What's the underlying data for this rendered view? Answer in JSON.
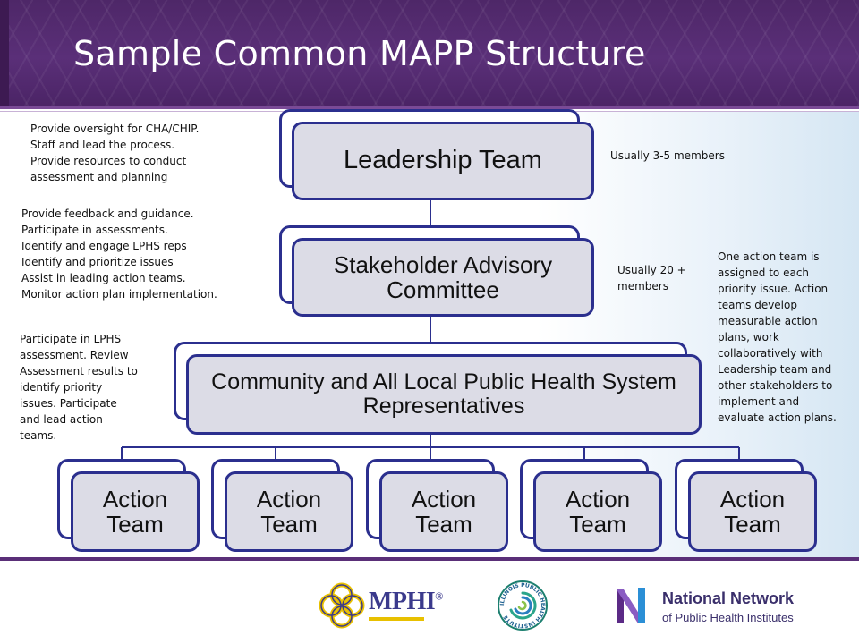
{
  "title": "Sample Common MAPP Structure",
  "boxes": {
    "leadership": "Leadership Team",
    "stakeholder": "Stakeholder Advisory Committee",
    "community": "Community and All Local Public Health System Representatives",
    "action_team": "Action Team"
  },
  "action_teams": [
    "Action Team",
    "Action Team",
    "Action Team",
    "Action Team",
    "Action Team"
  ],
  "notes_left": {
    "leadership": [
      "Provide oversight for CHA/CHIP.",
      "Staff and lead the process.",
      "Provide resources to conduct",
      "assessment and planning"
    ],
    "stakeholder": [
      "Provide feedback and guidance.",
      "Participate in assessments.",
      "Identify and engage LPHS reps",
      "Identify and prioritize issues",
      "Assist in leading action teams.",
      "Monitor action plan implementation."
    ],
    "community": [
      "Participate in LPHS",
      "assessment.  Review",
      "Assessment results to",
      "identify priority",
      "issues.  Participate",
      "and lead action",
      "teams."
    ]
  },
  "notes_right": {
    "leadership": [
      "Usually 3-5 members"
    ],
    "stakeholder": [
      "Usually 20 +",
      "members"
    ],
    "action_teams": [
      "One action team is",
      "assigned to each",
      "priority issue.  Action",
      "teams develop",
      "measurable action",
      "plans, work",
      "collaboratively with",
      "Leadership team and",
      "other stakeholders to",
      "implement and",
      "evaluate action plans."
    ]
  },
  "logos": {
    "mphi": "MPHI",
    "mphi_mark": "®",
    "iphi_ring": "ILLINOIS PUBLIC HEALTH INSTITUTE",
    "nn_line1": "National Network",
    "nn_line2": "of Public Health Institutes"
  },
  "colors": {
    "header": "#5a2f78",
    "box_border": "#2b2f8e",
    "box_fill": "#dcdce6",
    "mphi_yellow": "#e8c000",
    "nn_purple": "#3a2f6b"
  }
}
